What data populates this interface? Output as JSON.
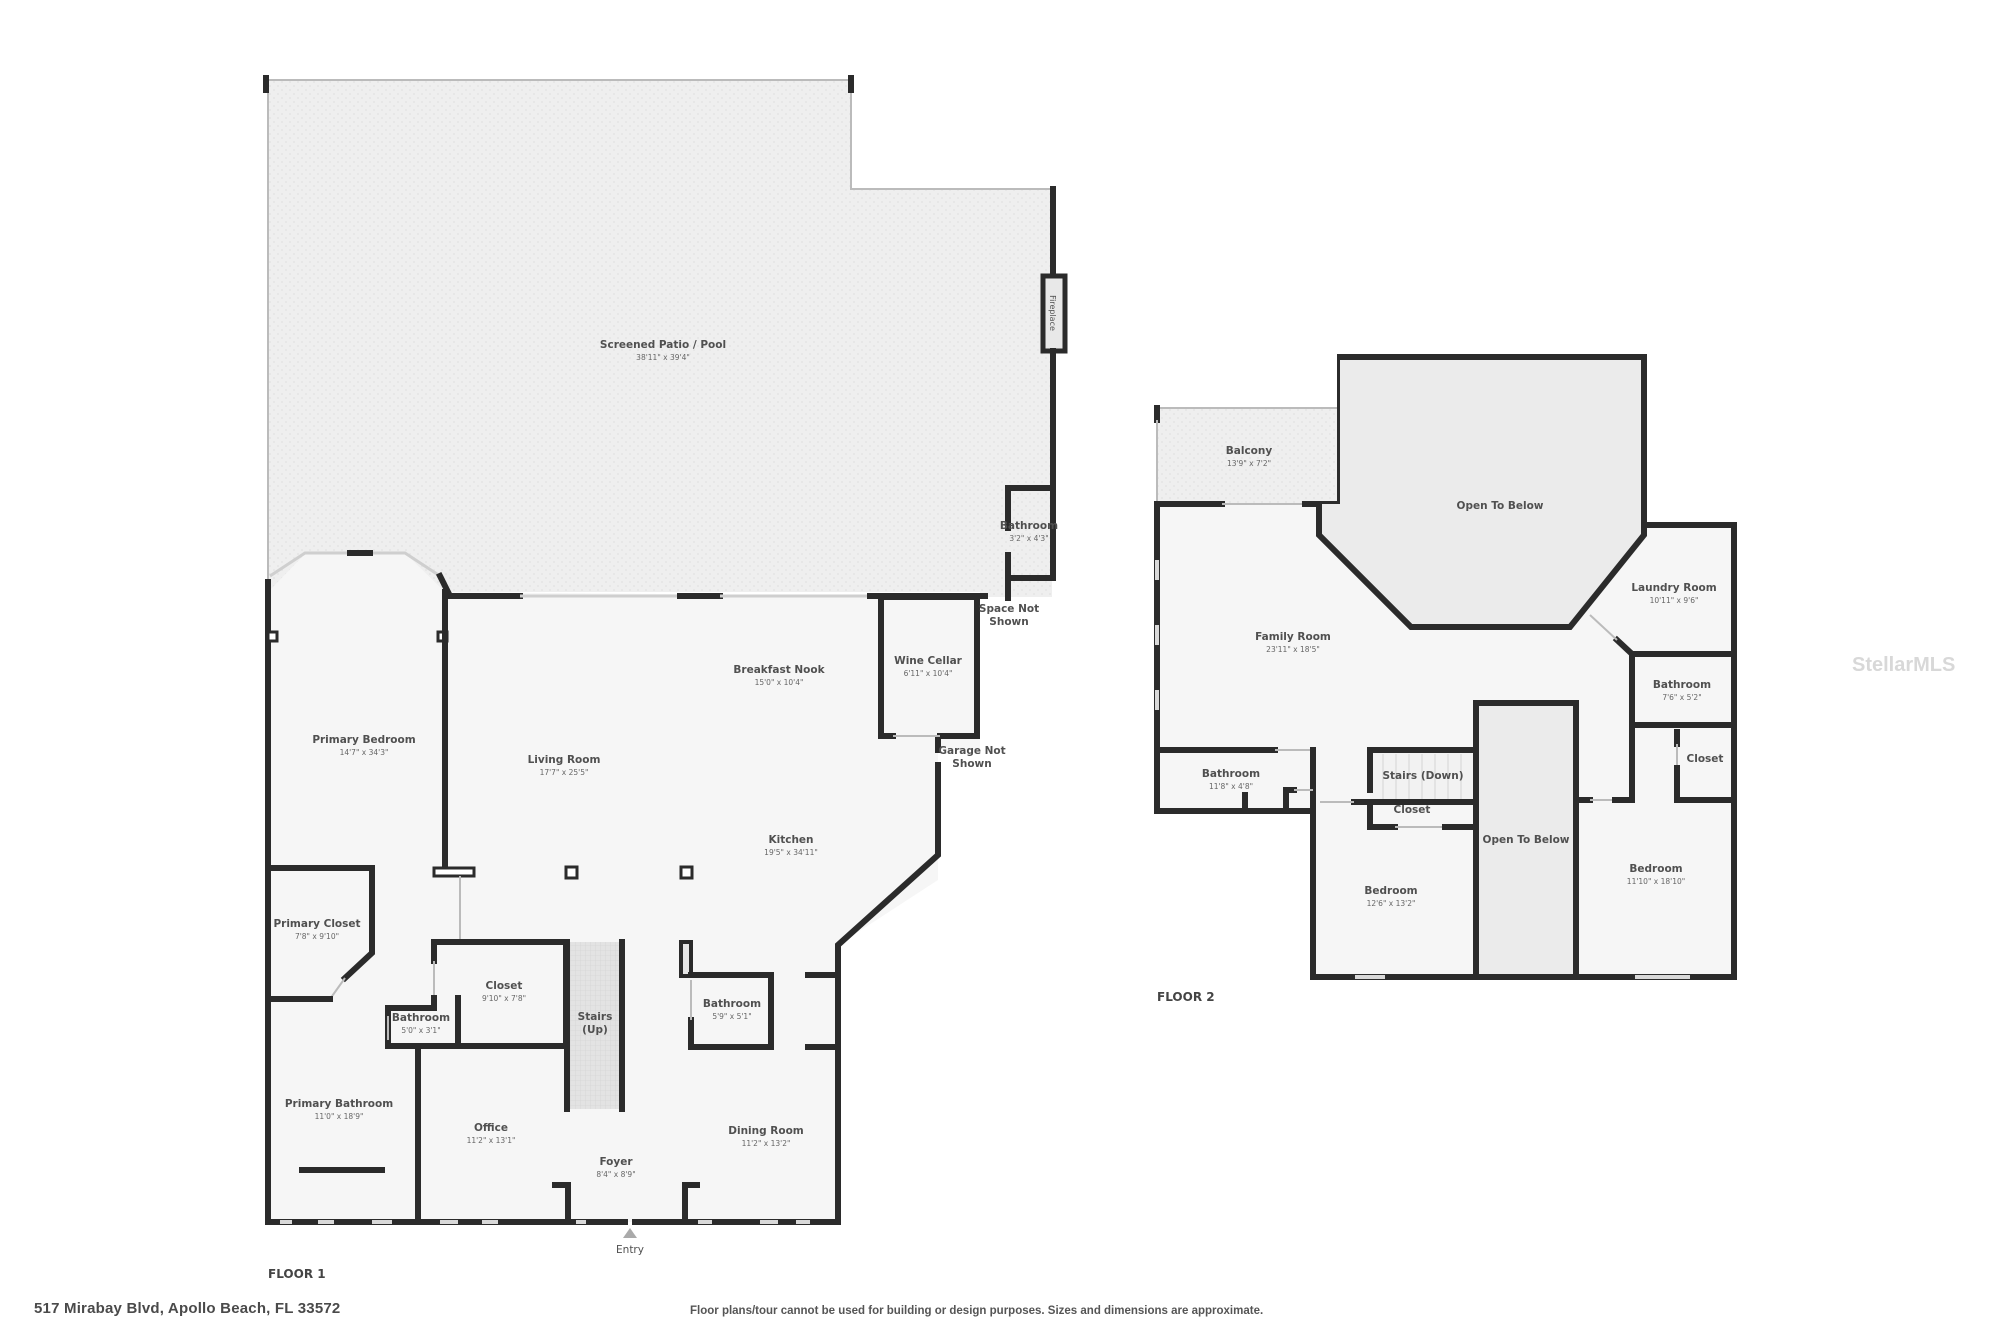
{
  "property": {
    "address": "517 Mirabay Blvd, Apollo Beach, FL 33572",
    "disclaimer": "Floor plans/tour cannot be used for building or design purposes. Sizes and dimensions are approximate.",
    "watermark": "StellarMLS"
  },
  "floor1": {
    "label": "FLOOR 1",
    "entry_label": "Entry",
    "rooms": [
      {
        "name": "Screened Patio / Pool",
        "dims": "38'11\" x 39'4\""
      },
      {
        "name": "Fireplace",
        "dims": ""
      },
      {
        "name": "Bathroom",
        "dims": "3'2\" x 4'3\""
      },
      {
        "name": "Space Not Shown",
        "dims": ""
      },
      {
        "name": "Breakfast Nook",
        "dims": "15'0\" x 10'4\""
      },
      {
        "name": "Wine Cellar",
        "dims": "6'11\" x 10'4\""
      },
      {
        "name": "Garage Not Shown",
        "dims": ""
      },
      {
        "name": "Primary Bedroom",
        "dims": "14'7\" x 34'3\""
      },
      {
        "name": "Living Room",
        "dims": "17'7\" x 25'5\""
      },
      {
        "name": "Kitchen",
        "dims": "19'5\" x 34'11\""
      },
      {
        "name": "Primary Closet",
        "dims": "7'8\" x 9'10\""
      },
      {
        "name": "Closet",
        "dims": "9'10\" x 7'8\""
      },
      {
        "name": "Bathroom",
        "dims": "5'0\" x 3'1\""
      },
      {
        "name": "Stairs (Up)",
        "dims": ""
      },
      {
        "name": "Bathroom",
        "dims": "5'9\" x 5'1\""
      },
      {
        "name": "Primary Bathroom",
        "dims": "11'0\" x 18'9\""
      },
      {
        "name": "Office",
        "dims": "11'2\" x 13'1\""
      },
      {
        "name": "Foyer",
        "dims": "8'4\" x 8'9\""
      },
      {
        "name": "Dining Room",
        "dims": "11'2\" x 13'2\""
      }
    ]
  },
  "floor2": {
    "label": "FLOOR 2",
    "rooms": [
      {
        "name": "Balcony",
        "dims": "13'9\" x 7'2\""
      },
      {
        "name": "Open To Below",
        "dims": ""
      },
      {
        "name": "Laundry Room",
        "dims": "10'11\" x 9'6\""
      },
      {
        "name": "Family Room",
        "dims": "23'11\" x 18'5\""
      },
      {
        "name": "Bathroom",
        "dims": "7'6\" x 5'2\""
      },
      {
        "name": "Closet",
        "dims": ""
      },
      {
        "name": "Bathroom",
        "dims": "11'8\" x 4'8\""
      },
      {
        "name": "Stairs (Down)",
        "dims": ""
      },
      {
        "name": "Closet",
        "dims": ""
      },
      {
        "name": "Open To Below",
        "dims": ""
      },
      {
        "name": "Bedroom",
        "dims": "12'6\" x 13'2\""
      },
      {
        "name": "Bedroom",
        "dims": "11'10\" x 18'10\""
      }
    ]
  },
  "colors": {
    "wall": "#2b2b2b",
    "patio_fill": "#eeeeee",
    "room_fill": "#f5f5f5",
    "open_fill": "#ebebeb"
  }
}
